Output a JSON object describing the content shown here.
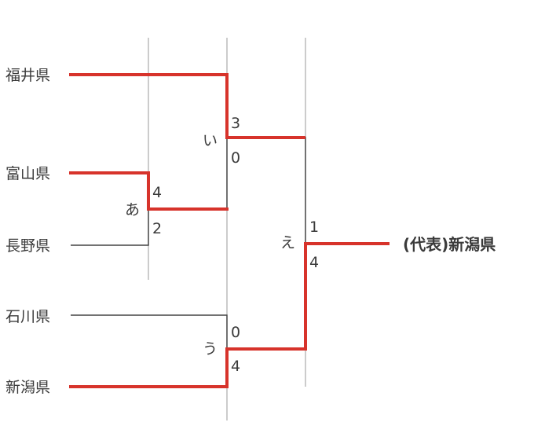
{
  "teams": [
    {
      "id": "fukui",
      "label": "福井県"
    },
    {
      "id": "toyama",
      "label": "富山県"
    },
    {
      "id": "nagano",
      "label": "長野県"
    },
    {
      "id": "ishikawa",
      "label": "石川県"
    },
    {
      "id": "niigata",
      "label": "新潟県"
    }
  ],
  "matches": [
    {
      "id": "a",
      "label": "あ",
      "score_top": "4",
      "score_bottom": "2"
    },
    {
      "id": "i",
      "label": "い",
      "score_top": "3",
      "score_bottom": "0"
    },
    {
      "id": "u",
      "label": "う",
      "score_top": "0",
      "score_bottom": "4"
    },
    {
      "id": "e",
      "label": "え",
      "score_top": "1",
      "score_bottom": "4"
    }
  ],
  "winner": {
    "label": "(代表)新潟県"
  },
  "colors": {
    "winning_path": "#d7332b",
    "losing_path": "#444444",
    "guide": "#9a9a9a"
  }
}
